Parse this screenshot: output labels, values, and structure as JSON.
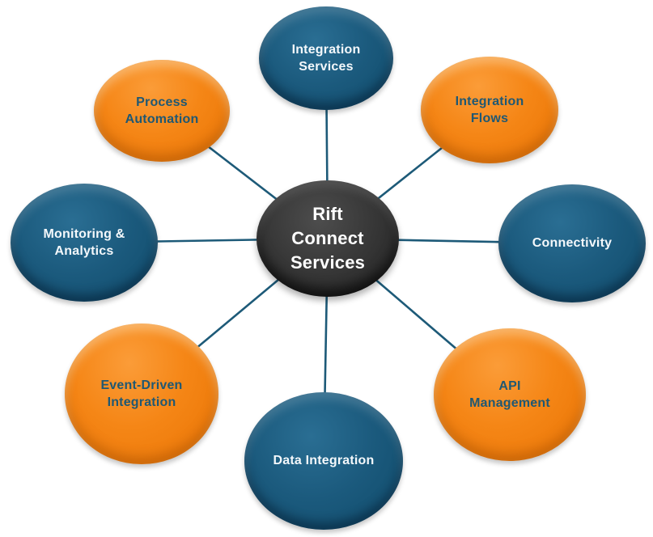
{
  "diagram": {
    "type": "hub-and-spoke",
    "hub": {
      "id": "rift-connect-services",
      "label": "Rift Connect Services",
      "fill_color": "#2e2e2e",
      "text_color": "#ffffff"
    },
    "nodes": [
      {
        "id": "integration-services",
        "label": "Integration Services",
        "position": "top",
        "fill_color": "#1b5a7d",
        "text_color": "#f4f8fb"
      },
      {
        "id": "integration-flows",
        "label": "Integration Flows",
        "position": "top-right",
        "fill_color": "#f58616",
        "text_color": "#1f5873"
      },
      {
        "id": "connectivity",
        "label": "Connectivity",
        "position": "right",
        "fill_color": "#1b5a7d",
        "text_color": "#f4f8fb"
      },
      {
        "id": "api-management",
        "label": "API Management",
        "position": "bottom-right",
        "fill_color": "#f58616",
        "text_color": "#1f5873"
      },
      {
        "id": "data-integration",
        "label": "Data Integration",
        "position": "bottom",
        "fill_color": "#1b5a7d",
        "text_color": "#f4f8fb"
      },
      {
        "id": "event-driven-integration",
        "label": "Event-Driven Integration",
        "position": "bottom-left",
        "fill_color": "#f58616",
        "text_color": "#1f5873"
      },
      {
        "id": "monitoring-analytics",
        "label": "Monitoring & Analytics",
        "position": "left",
        "fill_color": "#1b5a7d",
        "text_color": "#f4f8fb"
      },
      {
        "id": "process-automation",
        "label": "Process Automation",
        "position": "top-left",
        "fill_color": "#f58616",
        "text_color": "#1f5873"
      }
    ],
    "connector_color": "#1d5a78",
    "background_color": "#ffffff"
  }
}
